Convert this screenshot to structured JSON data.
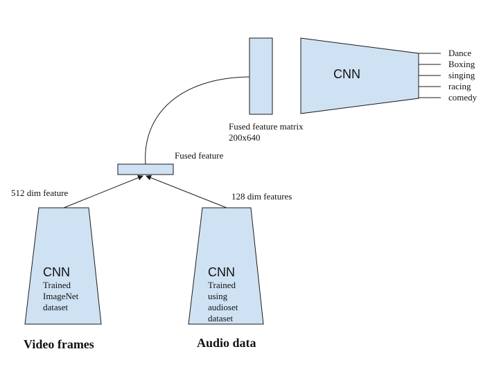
{
  "cnn_label": "CNN",
  "video_branch": {
    "cnn_label": "CNN",
    "description_lines": [
      "Trained",
      "ImageNet",
      "dataset"
    ],
    "feature_label": "512 dim feature",
    "caption": "Video frames"
  },
  "audio_branch": {
    "cnn_label": "CNN",
    "description_lines": [
      "Trained",
      "using",
      "audioset",
      "dataset"
    ],
    "feature_label": "128 dim features",
    "caption": "Audio data"
  },
  "fused_feature_label": "Fused feature",
  "fused_matrix": {
    "label_line1": "Fused feature matrix",
    "label_line2": "200x640"
  },
  "output_classes": [
    "Dance",
    "Boxing",
    "singing",
    "racing",
    "comedy"
  ],
  "colors": {
    "box_fill": "#cfe2f3",
    "stroke": "#1a1a1a"
  }
}
